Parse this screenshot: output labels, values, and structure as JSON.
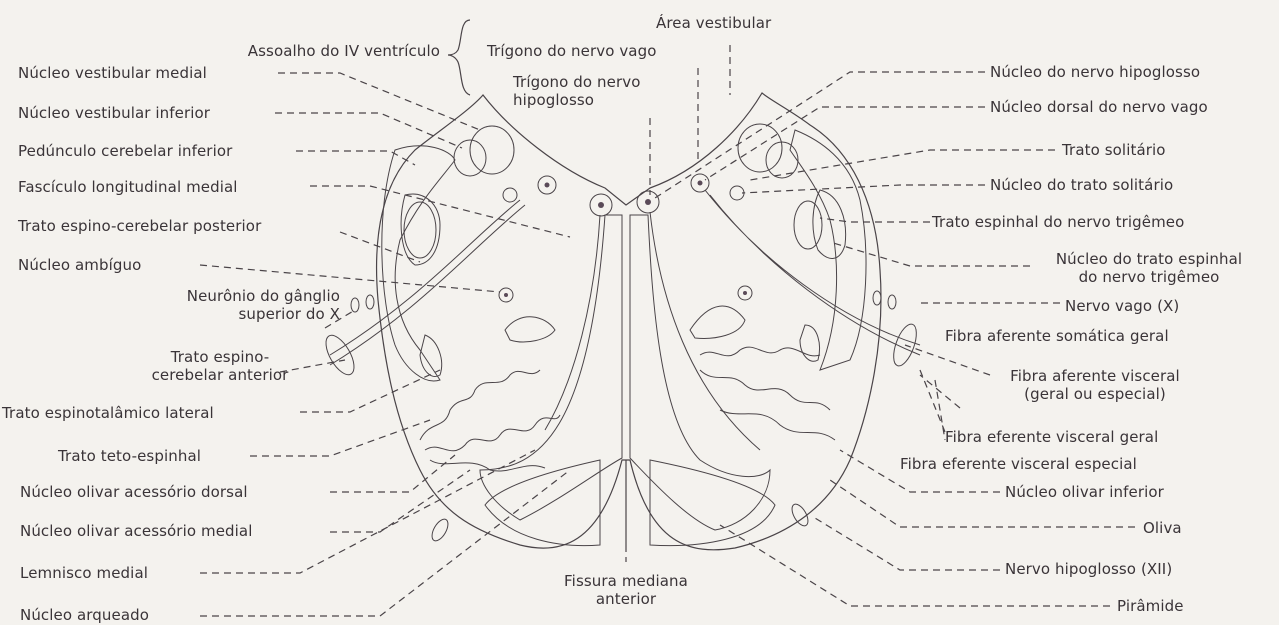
{
  "labels": {
    "area_vestibular": "Área vestibular",
    "assoalho": "Assoalho do IV ventrículo",
    "trigono_vago": "Trígono do nervo vago",
    "trigono_hipoglosso": "Trígono do nervo\nhipoglosso",
    "nucleo_vestibular_medial": "Núcleo vestibular medial",
    "nucleo_vestibular_inferior": "Núcleo vestibular inferior",
    "pedunculo": "Pedúnculo cerebelar inferior",
    "fasciculo": "Fascículo longitudinal medial",
    "trato_espinocerebelar_posterior": "Trato espino-cerebelar posterior",
    "nucleo_ambiguo": "Núcleo ambíguo",
    "neuronio_ganglio": "Neurônio do gânglio\nsuperior do X",
    "trato_espinocerebelar_anterior": "Trato espino-\ncerebelar anterior",
    "trato_espinotalamico": "Trato espinotalâmico lateral",
    "trato_teto": "Trato teto-espinhal",
    "nucleo_olivar_dorsal": "Núcleo olivar acessório dorsal",
    "nucleo_olivar_medial": "Núcleo olivar acessório medial",
    "lemnisco": "Lemnisco medial",
    "nucleo_arqueado": "Núcleo arqueado",
    "fissura": "Fissura mediana\nanterior",
    "nucleo_hipoglosso": "Núcleo do nervo hipoglosso",
    "nucleo_dorsal_vago": "Núcleo dorsal do nervo vago",
    "trato_solitario": "Trato solitário",
    "nucleo_trato_solitario": "Núcleo do trato solitário",
    "trato_trigemeo": "Trato espinhal do nervo trigêmeo",
    "nucleo_trato_trigemeo": "Núcleo do trato espinhal\ndo nervo trigêmeo",
    "nervo_vago": "Nervo vago (X)",
    "fibra_somatica": "Fibra aferente somática geral",
    "fibra_visceral": "Fibra aferente visceral\n(geral ou especial)",
    "fibra_eferente_geral": "Fibra eferente visceral geral",
    "fibra_eferente_especial": "Fibra eferente visceral especial",
    "nucleo_olivar_inferior": "Núcleo olivar inferior",
    "oliva": "Oliva",
    "nervo_hipoglosso": "Nervo hipoglosso (XII)",
    "piramide": "Pirâmide"
  }
}
